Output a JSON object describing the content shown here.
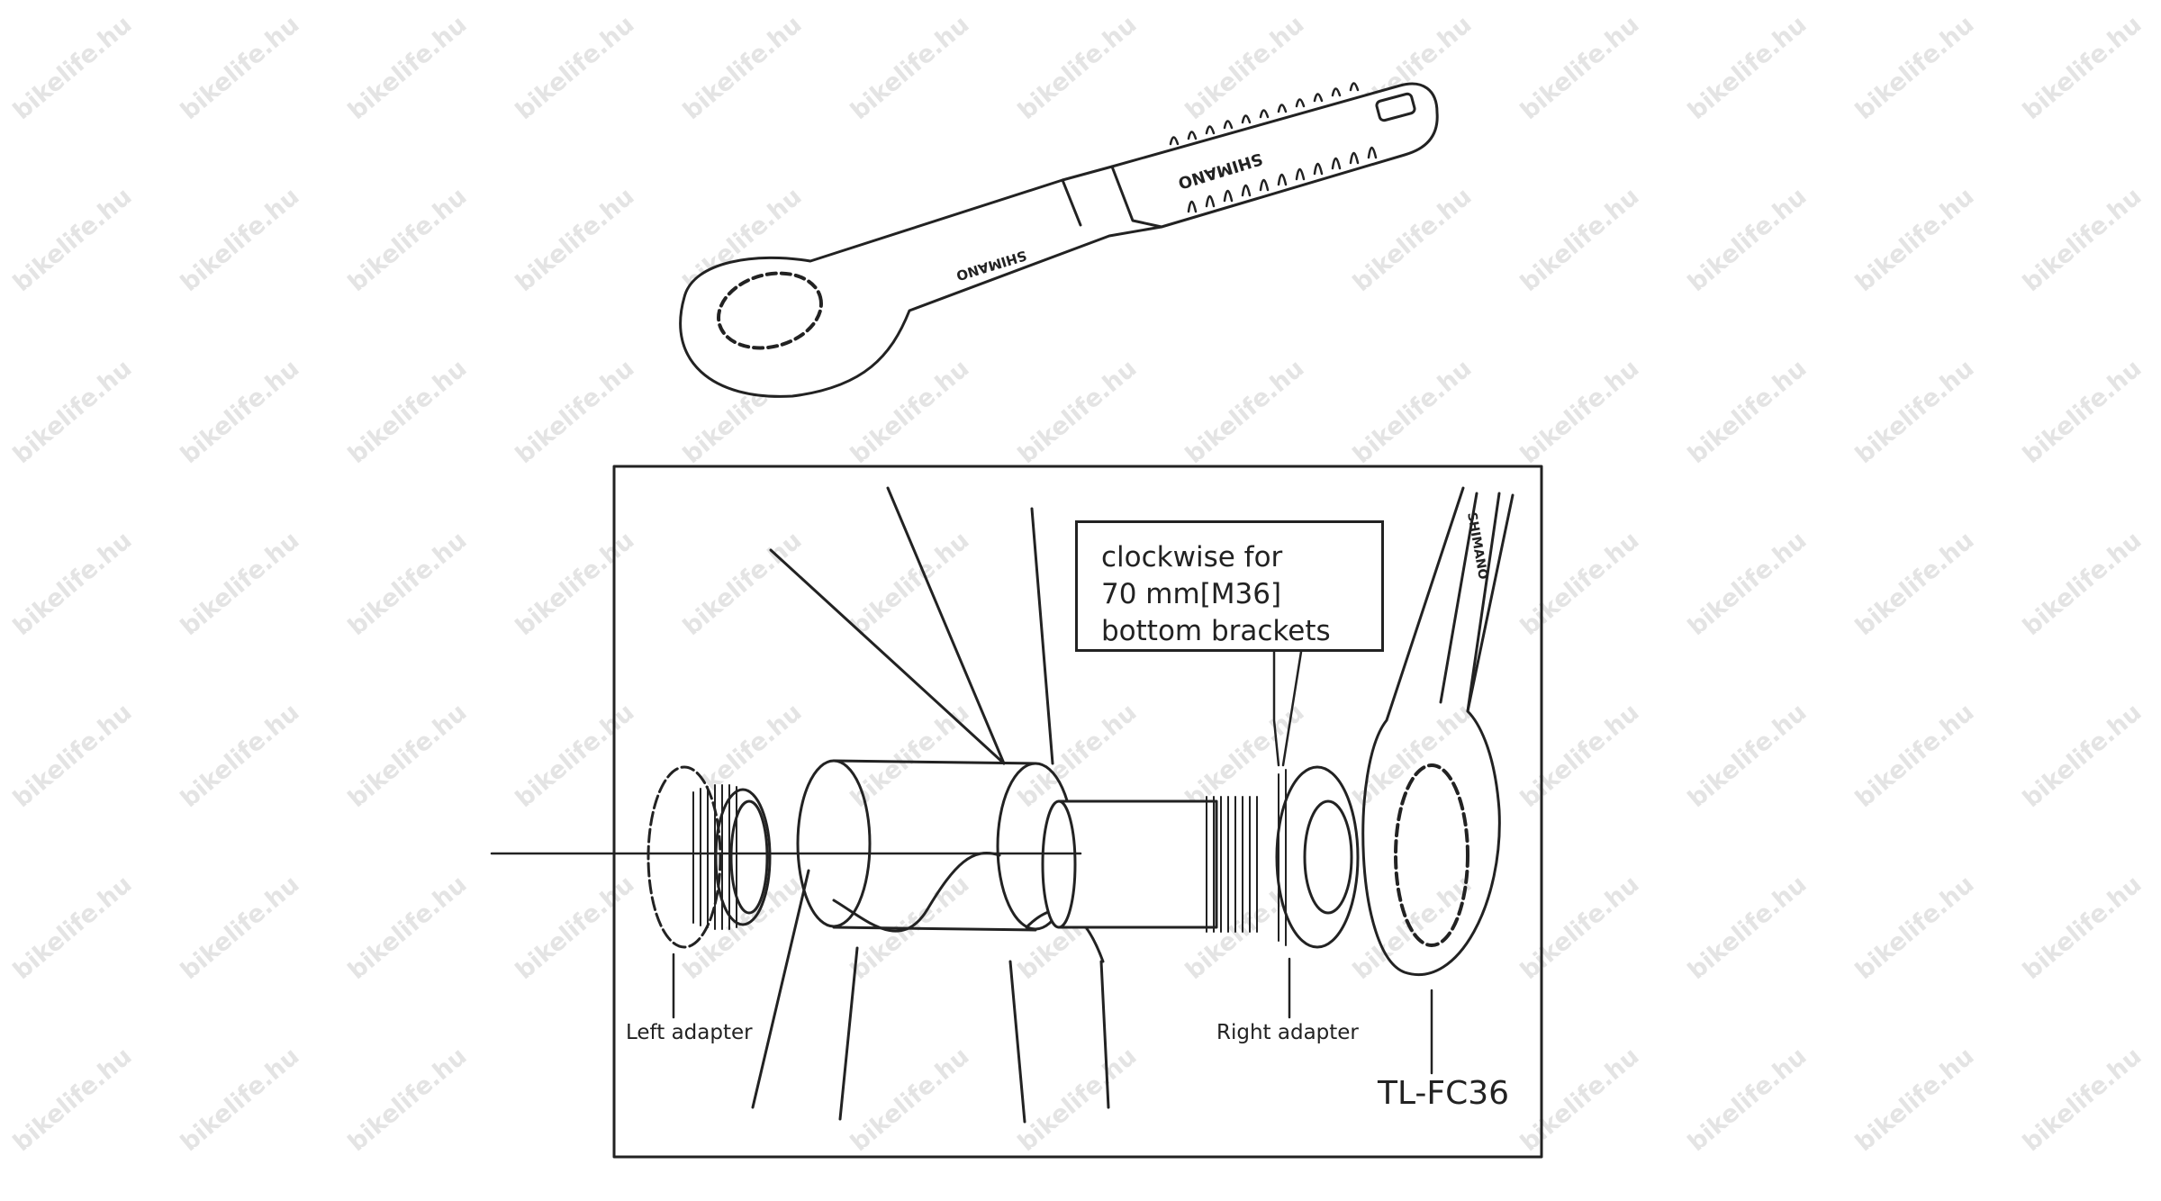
{
  "watermark": "bikelife.hu",
  "diagram": {
    "callout_lines": [
      "clockwise for",
      "70 mm[M36]",
      "bottom brackets"
    ],
    "left_adapter_label": "Left adapter",
    "right_adapter_label": "Right adapter",
    "tool_label": "TL-FC36",
    "brand_on_tool": "SHIMANO"
  }
}
